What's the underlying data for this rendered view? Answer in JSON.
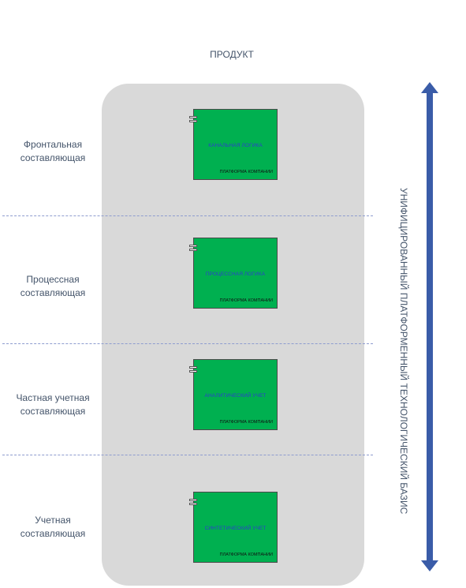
{
  "title": "ПРОДУКТ",
  "side_label": "УНИФИЦИРОВАННЫЙ ПЛАТФОРМЕННЫЙ ТЕХНОЛОГИЧЕСКИЙ БАЗИС",
  "rows": [
    {
      "label_line1": "Фронтальная",
      "label_line2": "составляющая",
      "component": "КАНАЛЬНАЯ ЛОГИКА",
      "tag": "ПЛАТФОРМА КОМПАНИИ"
    },
    {
      "label_line1": "Процессная",
      "label_line2": "составляющая",
      "component": "ПРОЦЕССНАЯ ЛОГИКА",
      "tag": "ПЛАТФОРМА КОМПАНИИ"
    },
    {
      "label_line1": "Частная учетная",
      "label_line2": "составляющая",
      "component": "АНАЛИТИЧЕСКИЙ УЧЕТ",
      "tag": "ПЛАТФОРМА КОМПАНИИ"
    },
    {
      "label_line1": "Учетная",
      "label_line2": "составляющая",
      "component": "СИНТЕТИЧЕСКИЙ УЧЕТ",
      "tag": "ПЛАТФОРМА КОМПАНИИ"
    }
  ],
  "colors": {
    "component_fill": "#00b050",
    "panel_fill": "#d9d9d9",
    "arrow": "#3a5ca8",
    "divider": "#8e9ccf"
  }
}
